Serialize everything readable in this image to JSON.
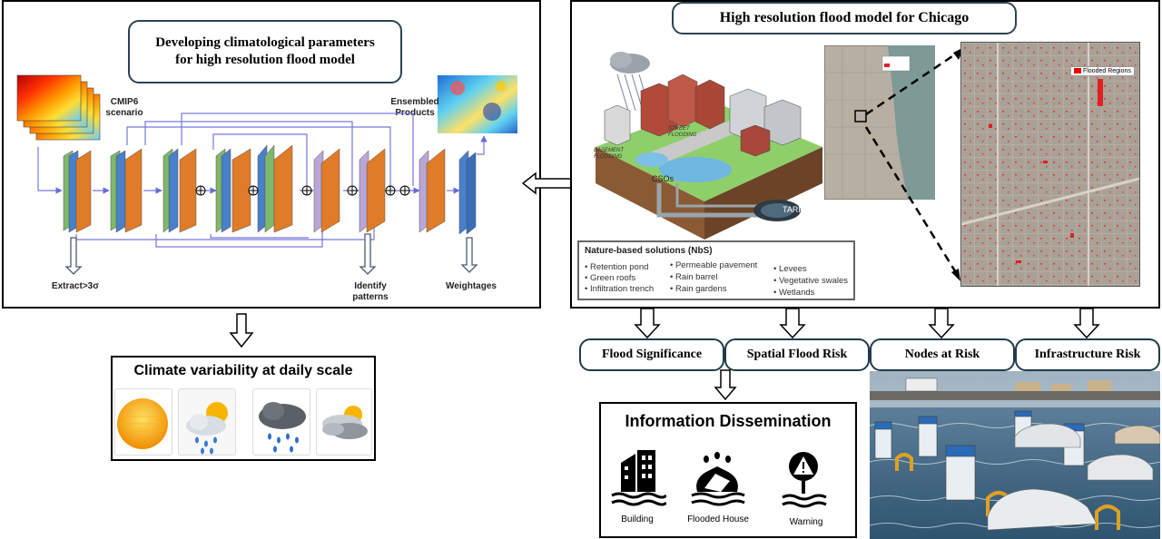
{
  "left_panel": {
    "title_line1": "Developing climatological parameters",
    "title_line2": "for high resolution flood model",
    "cmip6_line1": "CMIP6",
    "cmip6_line2": "scenario",
    "ensembled_line1": "Ensembled",
    "ensembled_line2": "Products",
    "extract_label": "Extract>3σ",
    "identify_line1": "Identify",
    "identify_line2": "patterns",
    "weightages_label": "Weightages"
  },
  "right_panel": {
    "title": "High resolution flood model for Chicago",
    "scene_labels": {
      "basement_line1": "BASEMENT",
      "basement_line2": "FLOODING",
      "street_line1": "STREET",
      "street_line2": "FLOODING",
      "csos": "CSOs",
      "tarp": "TARP"
    },
    "nbs": {
      "title": "Nature-based solutions (NbS)",
      "col1": [
        "Retention pond",
        "Green roofs",
        "Infiltration trench"
      ],
      "col2": [
        "Permeable pavement",
        "Rain barrel",
        "Rain gardens"
      ],
      "col3": [
        "Levees",
        "Vegetative swales",
        "Wetlands"
      ]
    },
    "map_legend": "Flooded Regions"
  },
  "climate": {
    "title": "Climate variability at daily scale",
    "icons": [
      "sun-icon",
      "sun-rain-icon",
      "heavy-rain-icon",
      "cloudy-sun-icon"
    ]
  },
  "outputs": {
    "flood_significance": "Flood Significance",
    "spatial_flood_risk": "Spatial Flood Risk",
    "nodes_at_risk": "Nodes at Risk",
    "infrastructure_risk": "Infrastructure Risk"
  },
  "dissemination": {
    "title": "Information Dissemination",
    "items": [
      "Building",
      "Flooded House",
      "Warning"
    ]
  }
}
